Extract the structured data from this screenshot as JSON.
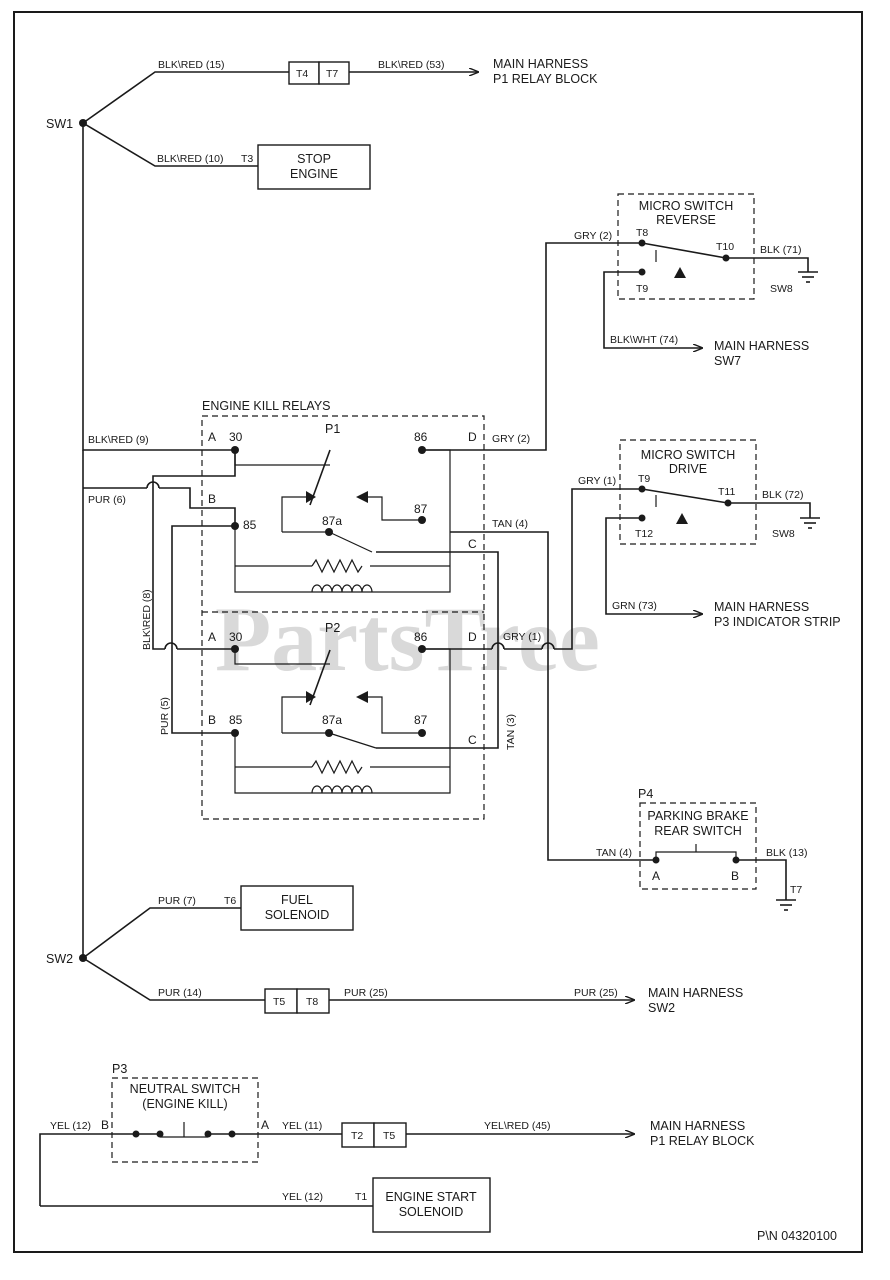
{
  "watermark": "PartsTree",
  "part_number": "P\\N 04320100",
  "nodes": {
    "sw1": "SW1",
    "sw2": "SW2",
    "sw7": "SW7",
    "sw8": "SW8",
    "t7": "T7",
    "p1": "P1",
    "p2": "P2",
    "p3": "P3",
    "p4": "P4"
  },
  "blocks": {
    "stop_engine": [
      "STOP",
      "ENGINE"
    ],
    "fuel_solenoid": [
      "FUEL",
      "SOLENOID"
    ],
    "engine_start_solenoid": [
      "ENGINE START",
      "SOLENOID"
    ],
    "micro_switch_reverse": [
      "MICRO SWITCH",
      "REVERSE"
    ],
    "micro_switch_drive": [
      "MICRO SWITCH",
      "DRIVE"
    ],
    "parking_brake": [
      "PARKING BRAKE",
      "REAR SWITCH"
    ],
    "neutral_switch": [
      "NEUTRAL SWITCH",
      "(ENGINE KILL)"
    ],
    "engine_kill_relays": "ENGINE KILL RELAYS"
  },
  "destinations": {
    "main_p1_top": [
      "MAIN HARNESS",
      "P1 RELAY BLOCK"
    ],
    "main_sw7": [
      "MAIN HARNESS",
      "SW7"
    ],
    "main_p3": [
      "MAIN HARNESS",
      "P3 INDICATOR STRIP"
    ],
    "main_sw2": [
      "MAIN HARNESS",
      "SW2"
    ],
    "main_p1_bottom": [
      "MAIN HARNESS",
      "P1 RELAY BLOCK"
    ]
  },
  "connectors": {
    "t1": "T1",
    "t2": "T2",
    "t3": "T3",
    "t4": "T4",
    "t5a": "T5",
    "t5b": "T5",
    "t6": "T6",
    "t7a": "T7",
    "t8a": "T8",
    "t8b": "T8",
    "t9a": "T9",
    "t9b": "T9",
    "t10": "T10",
    "t11": "T11",
    "t12": "T12"
  },
  "wires": {
    "blkred15": "BLK\\RED (15)",
    "blkred53": "BLK\\RED (53)",
    "blkred10": "BLK\\RED (10)",
    "blkred9": "BLK\\RED (9)",
    "blkred8": "BLK\\RED (8)",
    "gry2a": "GRY (2)",
    "gry2b": "GRY (2)",
    "blk71": "BLK (71)",
    "blkwht74": "BLK\\WHT (74)",
    "gry1a": "GRY (1)",
    "gry1b": "GRY (1)",
    "blk72": "BLK (72)",
    "grn73": "GRN (73)",
    "pur6": "PUR (6)",
    "pur5": "PUR (5)",
    "tan4a": "TAN (4)",
    "tan4b": "TAN (4)",
    "tan3": "TAN (3)",
    "blk13": "BLK (13)",
    "pur7": "PUR (7)",
    "pur14": "PUR (14)",
    "pur25a": "PUR (25)",
    "pur25b": "PUR (25)",
    "yel12a": "YEL (12)",
    "yel12b": "YEL (12)",
    "yel11": "YEL (11)",
    "yelred45": "YEL\\RED (45)"
  },
  "pins": {
    "a1": "A",
    "b1": "B",
    "c1": "C",
    "d1": "D",
    "a2": "A",
    "b2": "B",
    "c2": "C",
    "d2": "D",
    "r30a": "30",
    "r85a": "85",
    "r86a": "86",
    "r87a": "87",
    "r87aa": "87a",
    "r30b": "30",
    "r85b": "85",
    "r86b": "86",
    "r87b": "87",
    "r87ab": "87a",
    "pa": "A",
    "pb": "B",
    "nb": "B",
    "na": "A"
  }
}
